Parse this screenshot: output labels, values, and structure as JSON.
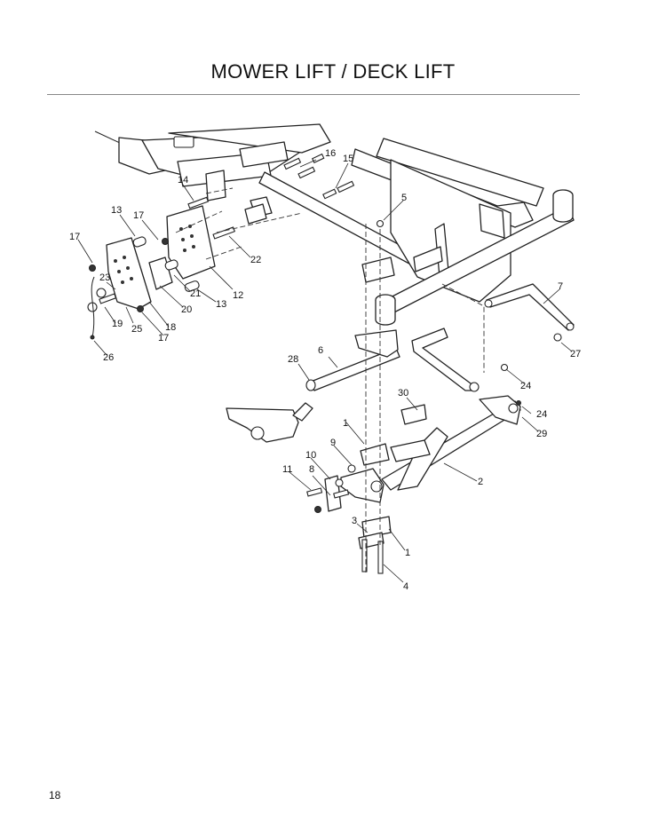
{
  "page": {
    "title": "MOWER LIFT / DECK LIFT",
    "page_number": "18"
  },
  "diagram": {
    "callouts": [
      "1",
      "1",
      "2",
      "3",
      "4",
      "5",
      "6",
      "7",
      "8",
      "9",
      "10",
      "11",
      "12",
      "13",
      "13",
      "14",
      "15",
      "16",
      "17",
      "17",
      "17",
      "18",
      "19",
      "20",
      "21",
      "22",
      "23",
      "24",
      "24",
      "25",
      "26",
      "27",
      "28",
      "29",
      "30"
    ]
  }
}
